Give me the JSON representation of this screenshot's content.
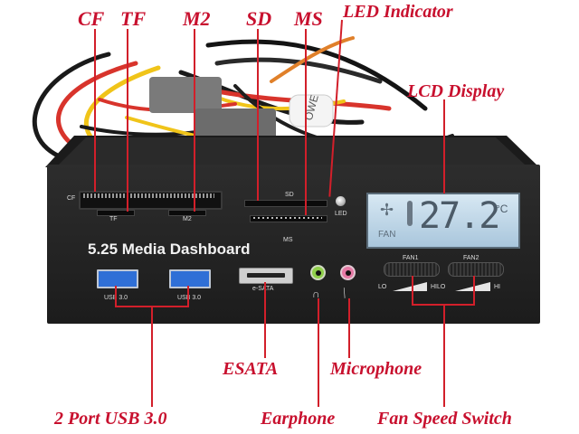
{
  "callouts": {
    "cf": "CF",
    "tf": "TF",
    "m2": "M2",
    "sd": "SD",
    "ms": "MS",
    "led": "LED Indicator",
    "lcd": "LCD Display",
    "esata": "ESATA",
    "microphone": "Microphone",
    "usb": "2 Port USB 3.0",
    "earphone": "Earphone",
    "fan": "Fan Speed Switch"
  },
  "panel": {
    "title": "5.25 Media Dashboard",
    "slot_cf": "CF",
    "slot_tf": "TF",
    "slot_m2": "M2",
    "slot_sd": "SD",
    "slot_ms": "MS",
    "slot_led": "LED",
    "usb_left": "USB 3.0",
    "usb_right": "USB 3.0",
    "esata": "e-SATA",
    "fan1": "FAN1",
    "fan2": "FAN2",
    "lo1": "LO",
    "hilo": "HILO",
    "hi2": "HI"
  },
  "lcd": {
    "temperature": "27.2",
    "unit": "°C",
    "fan": "FAN"
  },
  "cable_label": "OWE"
}
